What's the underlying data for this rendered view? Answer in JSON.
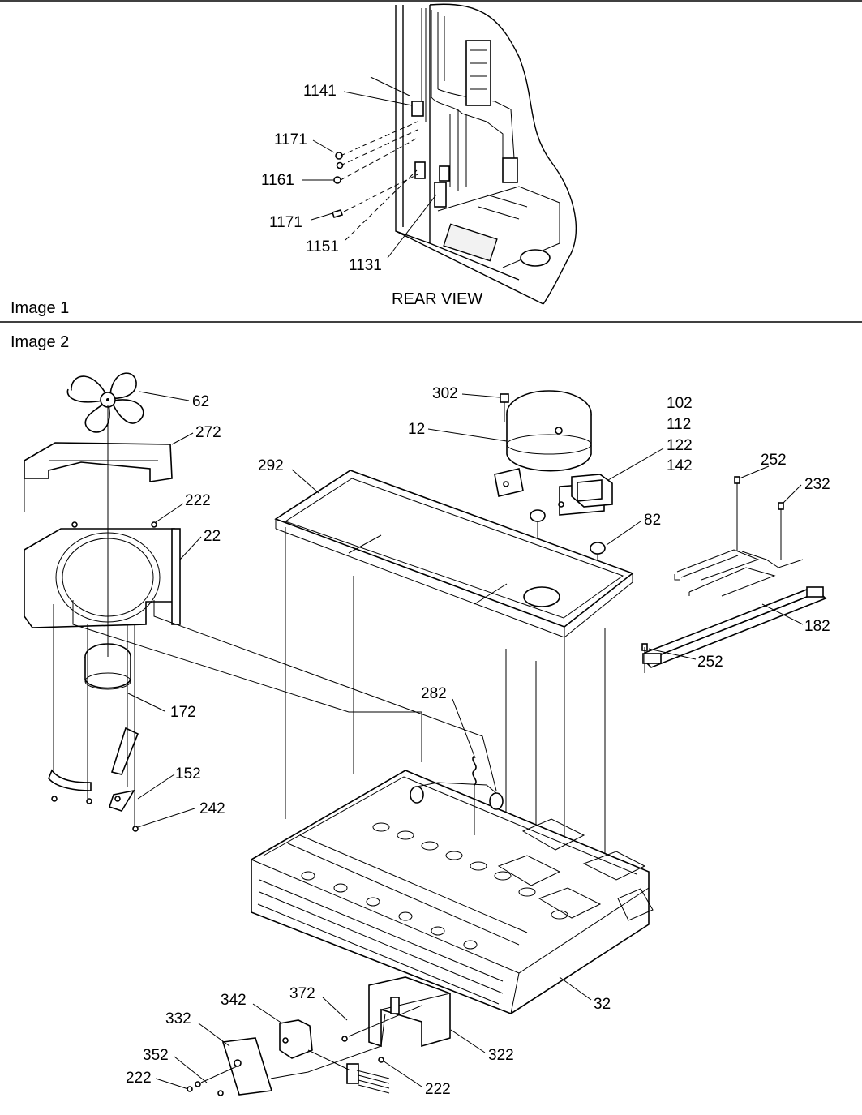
{
  "sections": {
    "image1": {
      "caption": "Image 1",
      "view_title": "REAR VIEW"
    },
    "image2": {
      "caption": "Image 2"
    }
  },
  "callouts": {
    "c1141": "1141",
    "c1171a": "1171",
    "c1161": "1161",
    "c1171b": "1171",
    "c1151": "1151",
    "c1131": "1131",
    "c62": "62",
    "c272": "272",
    "c222a": "222",
    "c22": "22",
    "c172": "172",
    "c152": "152",
    "c242": "242",
    "c302": "302",
    "c12": "12",
    "c102": "102",
    "c112": "112",
    "c122": "122",
    "c142": "142",
    "c292": "292",
    "c82": "82",
    "c252a": "252",
    "c232": "232",
    "c182": "182",
    "c252b": "252",
    "c282": "282",
    "c32": "32",
    "c372": "372",
    "c342": "342",
    "c332": "332",
    "c352": "352",
    "c222b": "222",
    "c322": "322",
    "c222c": "222"
  }
}
